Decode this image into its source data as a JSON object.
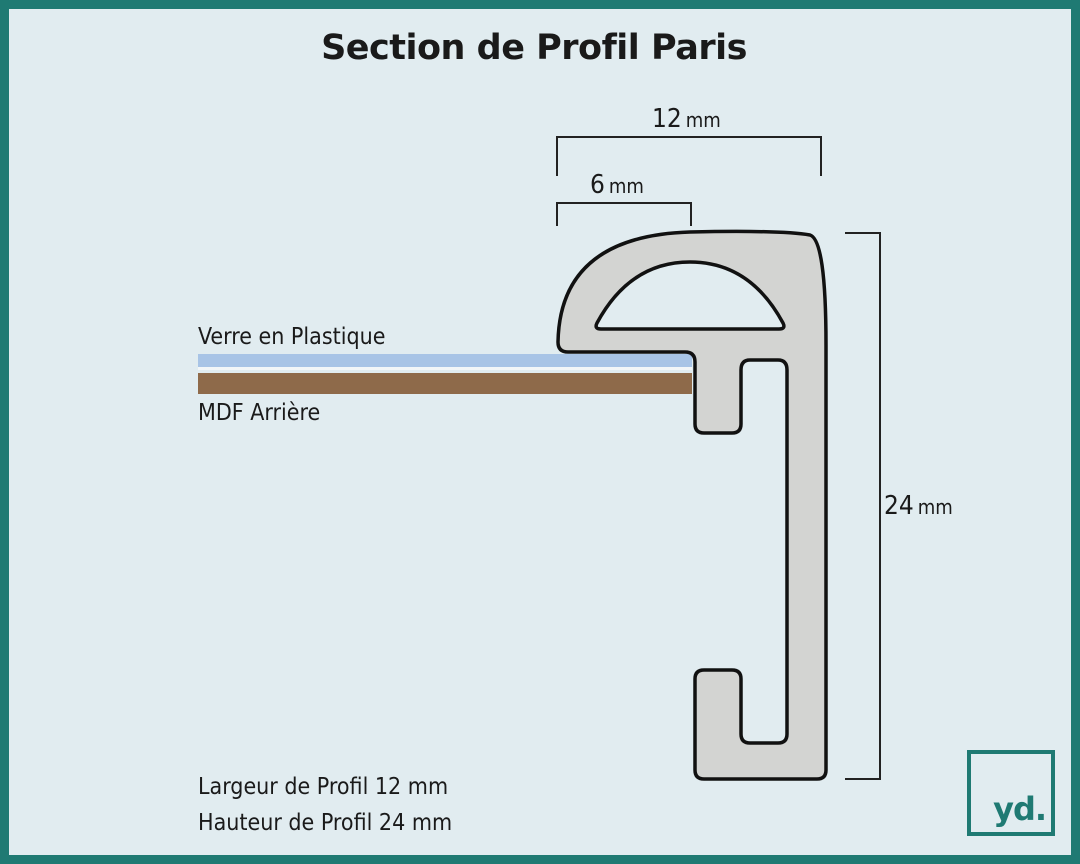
{
  "title": "Section de Profil Paris",
  "dimensions": {
    "width_full": {
      "value": "12",
      "unit": "mm"
    },
    "width_half": {
      "value": "6",
      "unit": "mm"
    },
    "height": {
      "value": "24",
      "unit": "mm"
    }
  },
  "layers": {
    "glass_label": "Verre en Plastique",
    "backing_label": "MDF Arrière",
    "glass_color": "#a8c4e6",
    "backing_color": "#8e6a4a"
  },
  "specs": {
    "width_line": "Largeur de Profil 12 mm",
    "height_line": "Hauteur de Profil 24 mm"
  },
  "colors": {
    "border": "#1f7a73",
    "background": "#e1ecf0",
    "profile_fill": "#d3d4d2",
    "outline": "#111111"
  },
  "logo": {
    "text": "yd."
  }
}
